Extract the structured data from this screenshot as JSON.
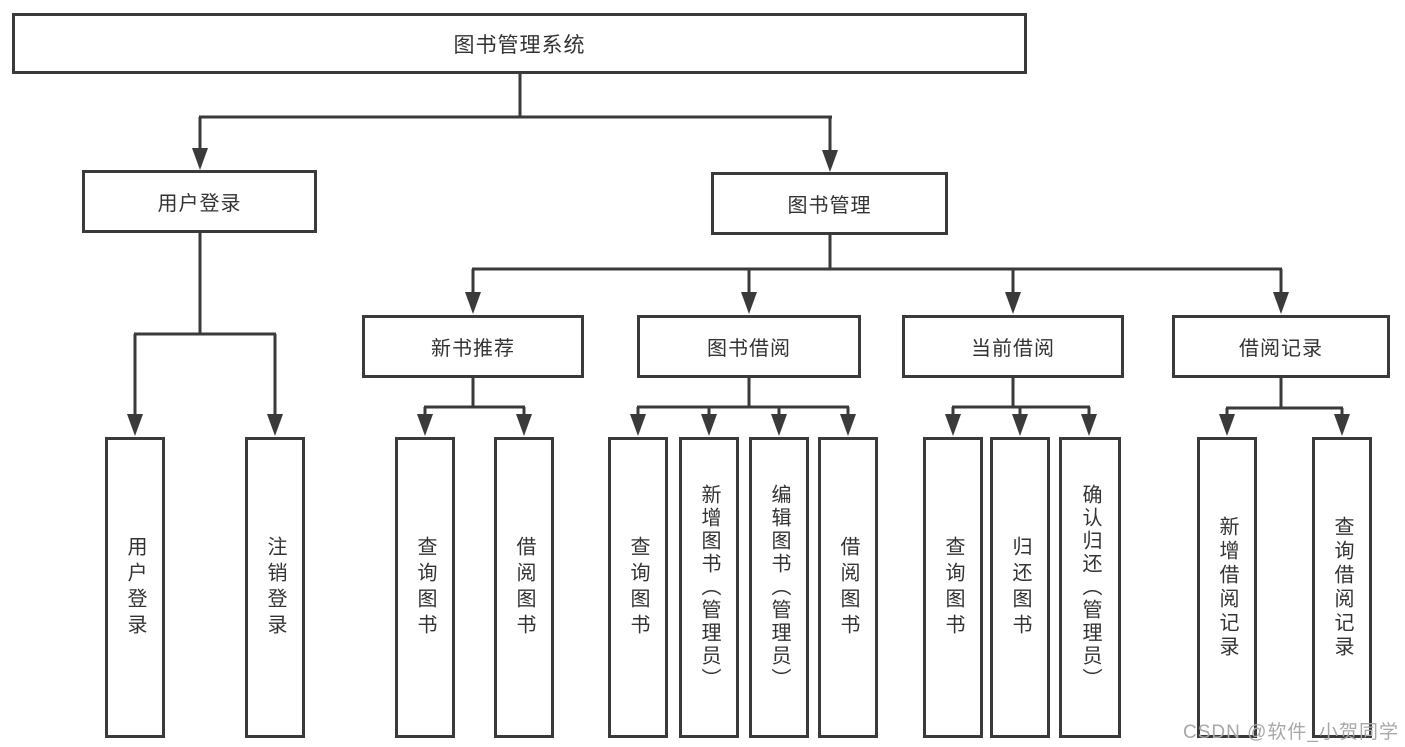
{
  "nodes": {
    "root": "图书管理系统",
    "user_login": {
      "label": "用户登录",
      "children": [
        "用户登录",
        "注销登录"
      ]
    },
    "book_mgmt": {
      "label": "图书管理",
      "children": [
        {
          "label": "新书推荐",
          "children": [
            "查询图书",
            "借阅图书"
          ]
        },
        {
          "label": "图书借阅",
          "children": [
            "查询图书",
            "新增图书（管理员）",
            "编辑图书（管理员）",
            "借阅图书"
          ]
        },
        {
          "label": "当前借阅",
          "children": [
            "查询图书",
            "归还图书",
            "确认归还（管理员）"
          ]
        },
        {
          "label": "借阅记录",
          "children": [
            "新增借阅记录",
            "查询借阅记录"
          ]
        }
      ]
    }
  },
  "watermark": "CSDN @软件_小贺同学",
  "colors": {
    "line": "#3a3a3a",
    "text": "#333333",
    "background": "#ffffff",
    "watermark": "#a8a8a8"
  }
}
